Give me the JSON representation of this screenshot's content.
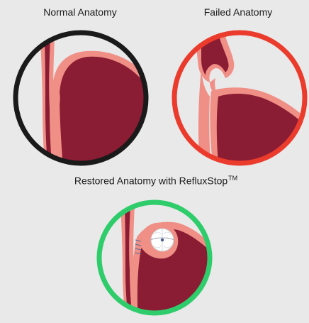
{
  "labels": {
    "normal": "Normal Anatomy",
    "failed": "Failed Anatomy",
    "restored": "Restored Anatomy with RefluxStop",
    "trademark": "TM"
  },
  "colors": {
    "background": "#e9e9e9",
    "normal_ring": "#1a1a1a",
    "failed_ring": "#ea3b2c",
    "restored_ring": "#2ecc6a",
    "tissue": "#ef8f86",
    "stomach": "#8a1c33",
    "implant": "#ffffff"
  }
}
